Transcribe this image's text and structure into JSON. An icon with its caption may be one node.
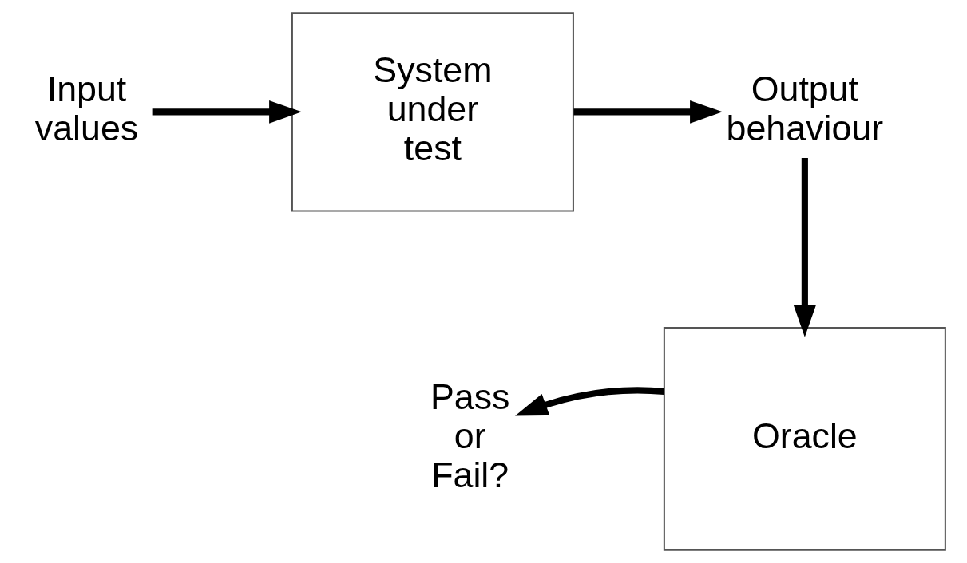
{
  "diagram": {
    "nodes": [
      {
        "text": [
          "Input values"
        ]
      },
      {
        "text": [
          "System under test"
        ]
      },
      {
        "text": [
          "Output behaviour"
        ]
      },
      {
        "text": [
          "Oracle"
        ]
      },
      {
        "text": [
          "Pass or Fail?"
        ]
      }
    ],
    "edges": [
      {
        "from": 0,
        "to": 1,
        "arrow": "to"
      },
      {
        "from": 1,
        "to": 2,
        "arrow": "to"
      },
      {
        "from": 2,
        "to": 3,
        "arrow": "to"
      },
      {
        "from": 3,
        "to": 4,
        "arrow": "to"
      }
    ]
  }
}
